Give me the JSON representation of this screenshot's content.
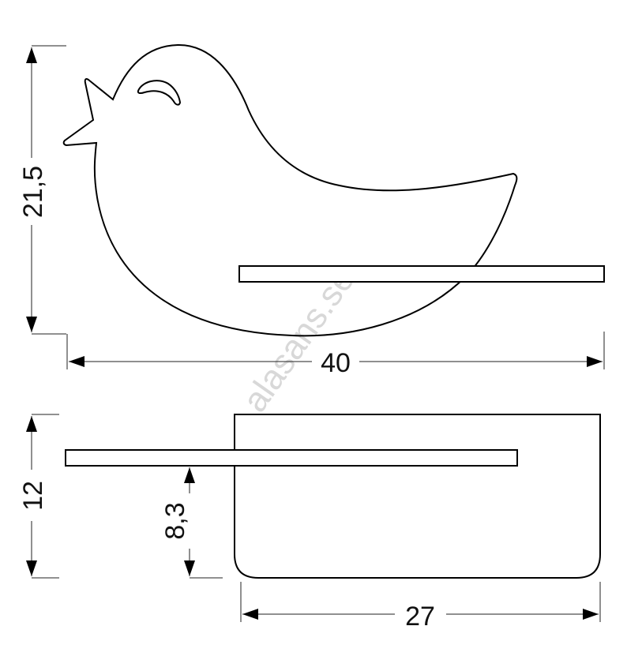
{
  "diagram": {
    "title": "Bird wall shelf dimensions",
    "front_view": {
      "height_label": "21,5",
      "width_label": "40"
    },
    "side_view": {
      "height_label": "12",
      "shelf_height_label": "8,3",
      "depth_label": "27"
    },
    "watermark": "alasans.se",
    "colors": {
      "line": "#000000",
      "watermark": "#d8d8d8"
    }
  }
}
